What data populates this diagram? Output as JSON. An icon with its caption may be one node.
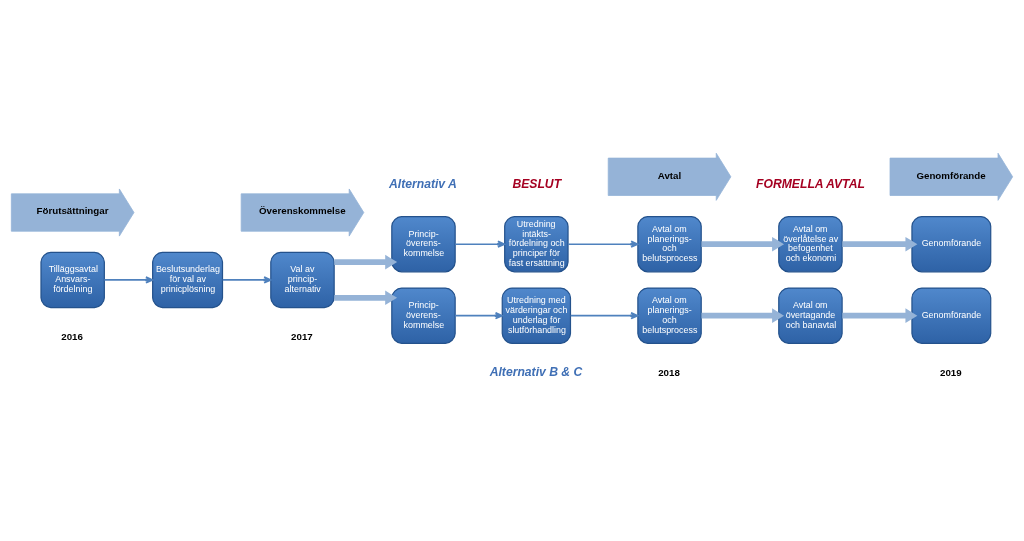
{
  "diagram": {
    "nodes": [
      {
        "text": [
          "Förutsättningar"
        ]
      },
      {
        "text": [
          "Överenskommelse"
        ]
      },
      {
        "text": [
          "Avtal"
        ]
      },
      {
        "text": [
          "Genomförande"
        ]
      },
      {
        "text": [
          "Tilläggsavtal",
          "Ansvars- fördelning"
        ]
      },
      {
        "text": [
          "Beslutsunderlag för val av prinicplösning"
        ]
      },
      {
        "text": [
          "Val av princip- alternativ"
        ]
      },
      {
        "text": [
          "Princip- överens- kommelse"
        ]
      },
      {
        "text": [
          "Utredning intäkts- fördelning och principer för fast ersättning"
        ]
      },
      {
        "text": [
          "Avtal om planerings- och belutsprocess"
        ]
      },
      {
        "text": [
          "Avtal om överlåtelse av befogenhet och ekonomi"
        ]
      },
      {
        "text": [
          "Genomförande"
        ]
      },
      {
        "text": [
          "Princip- överens- kommelse"
        ]
      },
      {
        "text": [
          "Utredning med värderingar och underlag för slutförhandling"
        ]
      },
      {
        "text": [
          "Avtal om planerings- och belutsprocess"
        ]
      },
      {
        "text": [
          "Avtal om övertagande och banavtal"
        ]
      },
      {
        "text": [
          "Genomförande"
        ]
      }
    ],
    "edges": [
      {
        "from": 4,
        "to": 5,
        "arrow": "to"
      },
      {
        "from": 5,
        "to": 6,
        "arrow": "to"
      },
      {
        "from": 6,
        "to": 7,
        "arrow": "to",
        "style": "thick",
        "color": "#95b3d7"
      },
      {
        "from": 6,
        "to": 12,
        "arrow": "to",
        "style": "thick",
        "color": "#95b3d7"
      },
      {
        "from": 7,
        "to": 8,
        "arrow": "to"
      },
      {
        "from": 8,
        "to": 9,
        "arrow": "to"
      },
      {
        "from": 9,
        "to": 10,
        "arrow": "to",
        "style": "thick",
        "color": "#95b3d7"
      },
      {
        "from": 10,
        "to": 11,
        "arrow": "to",
        "style": "thick",
        "color": "#95b3d7"
      },
      {
        "from": 12,
        "to": 13,
        "arrow": "to"
      },
      {
        "from": 13,
        "to": 14,
        "arrow": "to"
      },
      {
        "from": 14,
        "to": 15,
        "arrow": "to",
        "style": "thick",
        "color": "#95b3d7"
      },
      {
        "from": 15,
        "to": 16,
        "arrow": "to",
        "style": "thick",
        "color": "#95b3d7"
      }
    ],
    "labels": [
      "Alternativ A",
      "BESLUT",
      "FORMELLA AVTAL",
      "Alternativ B & C",
      "2016",
      "2017",
      "2018",
      "2019"
    ]
  }
}
